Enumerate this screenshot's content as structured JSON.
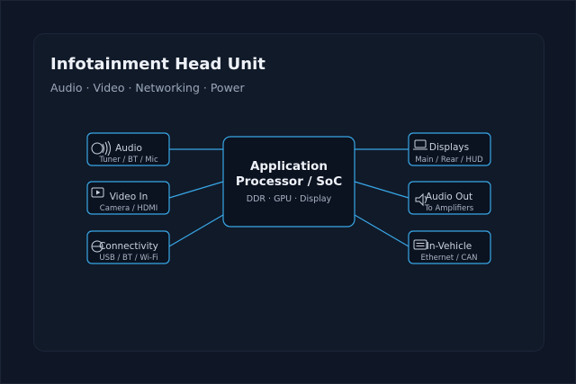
{
  "title": "Infotainment Head Unit",
  "subtitle": "Audio · Video · Networking · Power",
  "center": {
    "line1": "Application",
    "line2": "Processor / SoC",
    "sub": "DDR · GPU · Display"
  },
  "left_nodes": [
    {
      "label": "Audio",
      "sub": "Tuner / BT / Mic",
      "icon": "speaker-waves-icon"
    },
    {
      "label": "Video In",
      "sub": "Camera / HDMI",
      "icon": "video-play-icon"
    },
    {
      "label": "Connectivity",
      "sub": "USB / BT / Wi-Fi",
      "icon": "globe-icon"
    }
  ],
  "right_nodes": [
    {
      "label": "Displays",
      "sub": "Main / Rear / HUD",
      "icon": "laptop-icon"
    },
    {
      "label": "Audio Out",
      "sub": "To Amplifiers",
      "icon": "speaker-icon"
    },
    {
      "label": "In-Vehicle",
      "sub": "Ethernet / CAN",
      "icon": "network-card-icon"
    }
  ],
  "colors": {
    "background": "#0f1626",
    "card": "#111a29",
    "accent": "#38a7e6",
    "title": "#eef2f8",
    "muted": "#9aa6b8"
  }
}
